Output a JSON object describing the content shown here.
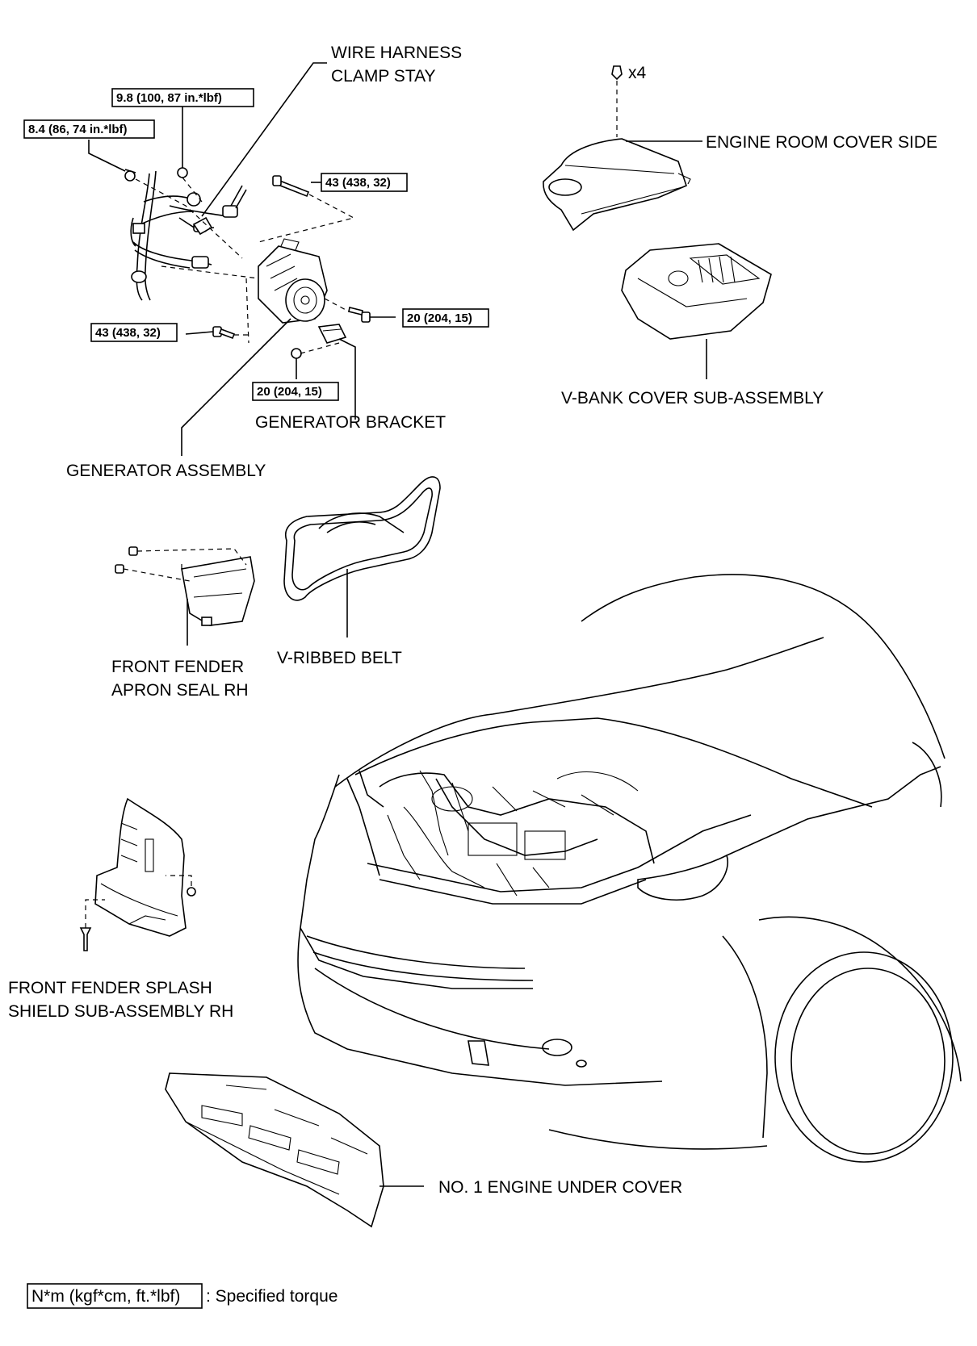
{
  "labels": {
    "wire_harness_clamp_stay_line1": "WIRE HARNESS",
    "wire_harness_clamp_stay_line2": "CLAMP STAY",
    "engine_room_cover_side": "ENGINE ROOM COVER SIDE",
    "bolt_qty": "x4",
    "v_bank_cover": "V-BANK COVER SUB-ASSEMBLY",
    "generator_bracket": "GENERATOR BRACKET",
    "generator_assembly": "GENERATOR ASSEMBLY",
    "v_ribbed_belt": "V-RIBBED BELT",
    "front_fender_apron_seal_line1": "FRONT FENDER",
    "front_fender_apron_seal_line2": "APRON SEAL RH",
    "front_fender_splash_line1": "FRONT FENDER SPLASH",
    "front_fender_splash_line2": "SHIELD SUB-ASSEMBLY RH",
    "no1_engine_under_cover": "NO. 1 ENGINE UNDER COVER"
  },
  "torques": {
    "t_9_8": "9.8 (100, 87 in.*lbf)",
    "t_8_4": "8.4 (86, 74 in.*lbf)",
    "t_43_top": "43 (438, 32)",
    "t_43_left": "43 (438, 32)",
    "t_20_right": "20 (204, 15)",
    "t_20_bottom": "20 (204, 15)"
  },
  "legend": {
    "unit_box": "N*m (kgf*cm, ft.*lbf)",
    "description": ": Specified torque"
  }
}
